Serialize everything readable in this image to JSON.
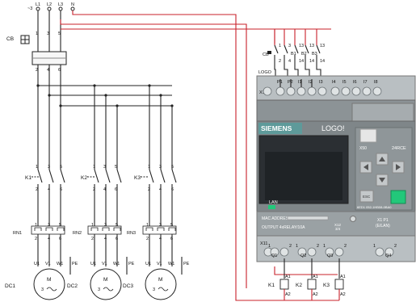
{
  "supply": {
    "terminals": [
      "L1",
      "L2",
      "L3",
      "N"
    ],
    "prefix": "~3"
  },
  "breaker": {
    "label": "CB",
    "top_nums": [
      "1",
      "3",
      "5"
    ],
    "bot_nums": [
      "2",
      "4",
      "6"
    ]
  },
  "contactors": [
    {
      "label": "K1",
      "top": [
        "1",
        "3",
        "5"
      ],
      "bot": [
        "2",
        "4",
        "6"
      ]
    },
    {
      "label": "K2",
      "top": [
        "1",
        "3",
        "5"
      ],
      "bot": [
        "2",
        "4",
        "6"
      ]
    },
    {
      "label": "K3",
      "top": [
        "1",
        "3",
        "5"
      ],
      "bot": [
        "2",
        "4",
        "6"
      ]
    }
  ],
  "relays": [
    {
      "label": "RN1",
      "side": "RN2"
    },
    {
      "label": "",
      "side": ""
    },
    {
      "label": "RN3",
      "side": ""
    }
  ],
  "motors": [
    {
      "label": "DC1",
      "terms": [
        "U1",
        "V1",
        "W1",
        "PE"
      ],
      "center": "M",
      "sub": "3"
    },
    {
      "label": "DC2",
      "terms": [
        "U1",
        "V1",
        "W1",
        "PE"
      ],
      "center": "M",
      "sub": "3"
    },
    {
      "label": "DC3",
      "terms": [
        "U1",
        "V1",
        "W1",
        "PE"
      ],
      "center": "M",
      "sub": "3"
    }
  ],
  "right_cb": {
    "label": "CB",
    "top_nums": [
      "1",
      "3",
      "13",
      "13",
      "13"
    ],
    "bot_nums": [
      "2",
      "4",
      "14",
      "14",
      "14"
    ],
    "ids": [
      "B1",
      "B2",
      "B3"
    ]
  },
  "logo": {
    "tag": "LOGO",
    "x10": "X10",
    "inputs": [
      "P1",
      "P2",
      "I1",
      "I2",
      "I3",
      "I4",
      "I5",
      "I6",
      "I7",
      "I8"
    ],
    "brand": "SIEMENS",
    "model": "LOGO!",
    "x50": "X50",
    "arch": "24RCE",
    "lan": "LAN",
    "esc": "ESC",
    "part": "6ED1 052-1HB08-0BA0",
    "mac": "MAC ADDRESS",
    "output": "OUTPUT 4xRELAY/10A",
    "x12": "X12",
    "x12b": "3/4",
    "x1p1": "X1 P1",
    "elan": "(E/LAN)",
    "x11": "X11",
    "outputs": [
      "Q1",
      "Q2",
      "Q3",
      "Q4"
    ],
    "term_nums": [
      "1",
      "2"
    ],
    "accent": "#5e9a9a",
    "body": "#8c9396",
    "dark": "#2b2f33",
    "green": "#22c87a"
  },
  "coils": [
    {
      "label": "K1",
      "a1": "A1",
      "a2": "A2"
    },
    {
      "label": "K2",
      "a1": "A1",
      "a2": "A2"
    },
    {
      "label": "K3",
      "a1": "A1",
      "a2": "A2"
    }
  ]
}
